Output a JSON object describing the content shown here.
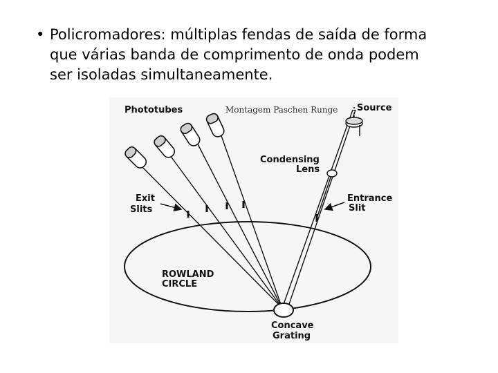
{
  "slide": {
    "bullet_glyph": "•",
    "text_lines": [
      "Policromadores: múltiplas fendas de saída de forma",
      "que várias banda de comprimento de onda podem",
      "ser isoladas simultaneamente."
    ]
  },
  "diagram": {
    "title": "Montagem Paschen Runge",
    "labels": {
      "phototubes": "Phototubes",
      "source": "Source",
      "condensing_1": "Condensing",
      "condensing_2": "Lens",
      "exit_1": "Exit",
      "exit_2": "Slits",
      "entrance_1": "Entrance",
      "entrance_2": "Slit",
      "rowland_1": "ROWLAND",
      "rowland_2": "CIRCLE",
      "grating_1": "Concave",
      "grating_2": "Grating"
    }
  }
}
